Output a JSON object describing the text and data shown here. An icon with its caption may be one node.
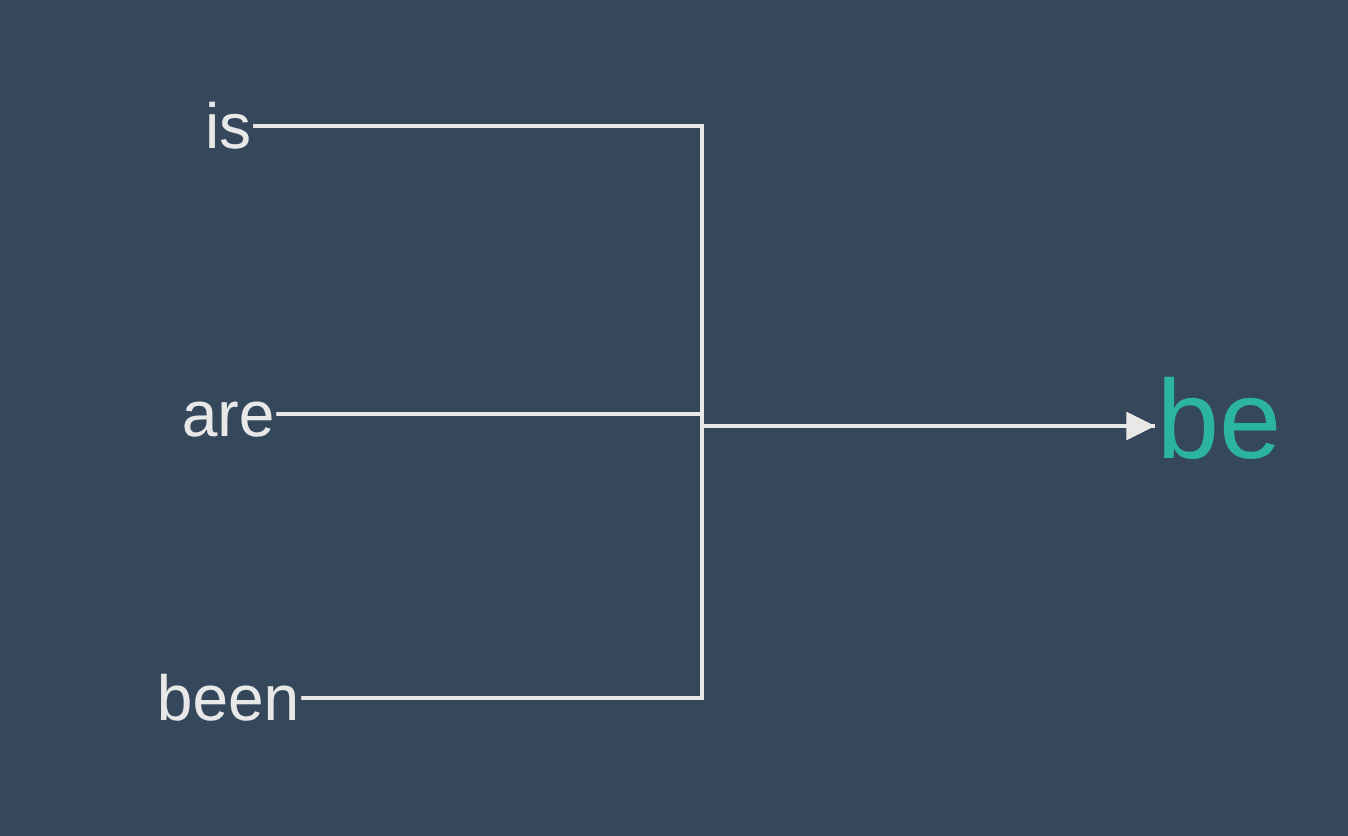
{
  "diagram": {
    "nodes": [
      {
        "text": [
          "is"
        ]
      },
      {
        "text": [
          "are"
        ]
      },
      {
        "text": [
          "been"
        ]
      },
      {
        "text": [
          "be"
        ]
      }
    ],
    "edges": [
      {
        "from": 0,
        "to": 3,
        "arrow": "to"
      },
      {
        "from": 1,
        "to": 3,
        "arrow": "to"
      },
      {
        "from": 2,
        "to": 3,
        "arrow": "to"
      }
    ]
  }
}
